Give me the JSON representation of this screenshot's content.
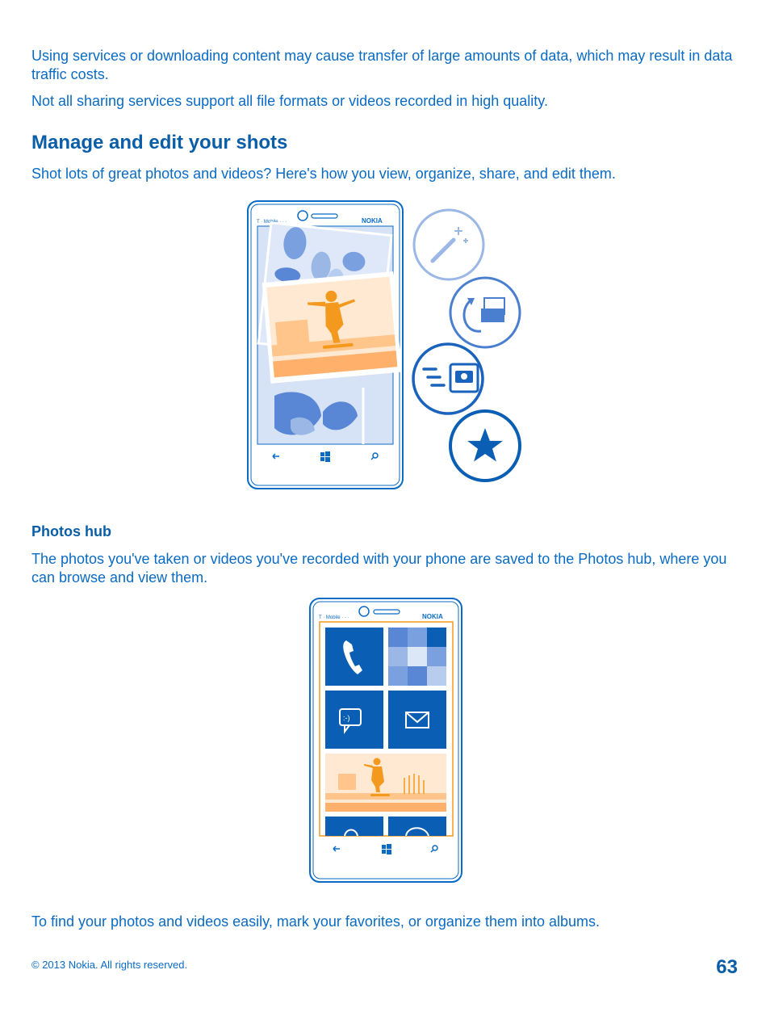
{
  "paragraphs": {
    "data_warning": "Using services or downloading content may cause transfer of large amounts of data, which may result in data traffic costs.",
    "sharing_note": "Not all sharing services support all file formats or videos recorded in high quality."
  },
  "section": {
    "title": "Manage and edit your shots",
    "intro": "Shot lots of great photos and videos? Here's how you view, organize, share, and edit them."
  },
  "subsection": {
    "title": "Photos hub",
    "body": "The photos you've taken or videos you've recorded with your phone are saved to the Photos hub, where you can browse and view them."
  },
  "closing": "To find your photos and videos easily, mark your favorites, or organize them into albums.",
  "phone": {
    "carrier": "T · Mobile · · ·",
    "brand": "NOKIA",
    "message_tile_text": ":-)"
  },
  "footer": {
    "copyright": "© 2013 Nokia. All rights reserved.",
    "page_number": "63"
  },
  "colors": {
    "text_blue": "#0a6bc4",
    "tile_blue": "#0a5fb4",
    "light_blue": "#9ab7e6",
    "orange": "#f39a1e",
    "peach": "#ffd7a8"
  },
  "icons": [
    "magic-wand-icon",
    "rotate-crop-icon",
    "share-photo-icon",
    "star-icon",
    "back-arrow-icon",
    "windows-start-icon",
    "search-icon",
    "phone-icon",
    "mail-icon"
  ]
}
